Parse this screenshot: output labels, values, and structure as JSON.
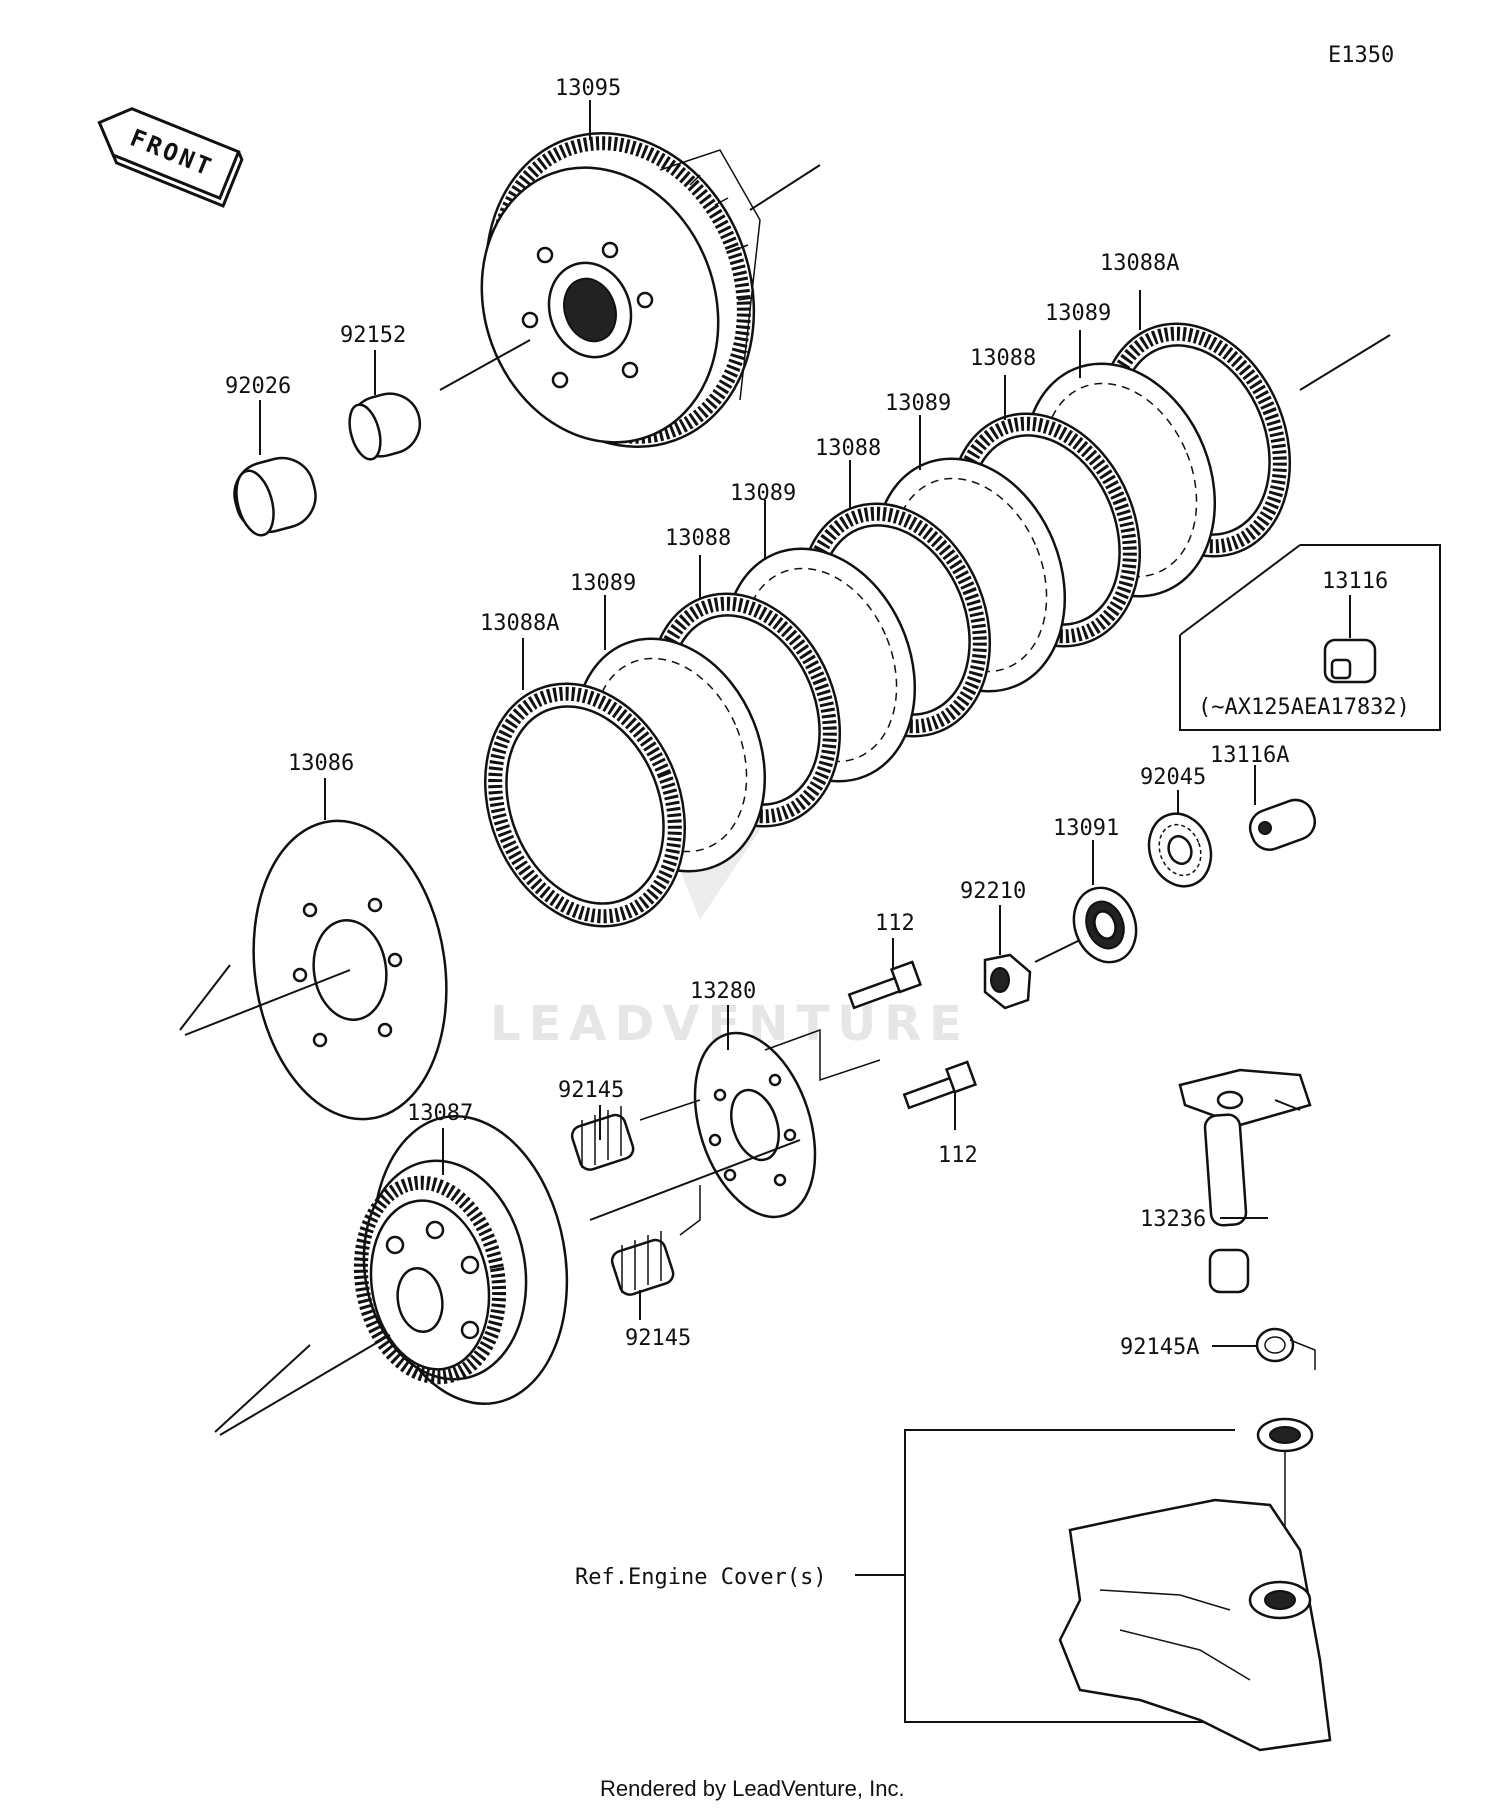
{
  "diagram_code": "E1350",
  "front_label": "FRONT",
  "labels": {
    "p13095": "13095",
    "p92152": "92152",
    "p92026": "92026",
    "p13088A_top": "13088A",
    "p13089_a": "13089",
    "p13088_a": "13088",
    "p13089_b": "13089",
    "p13088_b": "13088",
    "p13089_c": "13089",
    "p13088_c": "13088",
    "p13089_d": "13089",
    "p13088A_left": "13088A",
    "p13116": "13116",
    "p13116_note": "(~AX125AEA17832)",
    "p13116A": "13116A",
    "p92045": "92045",
    "p13091": "13091",
    "p92210": "92210",
    "p112_top": "112",
    "p13280": "13280",
    "p112_bottom": "112",
    "p13086": "13086",
    "p92145_top": "92145",
    "p92145_bottom": "92145",
    "p13087": "13087",
    "p13236": "13236",
    "p92145A": "92145A",
    "ref_engine_cover": "Ref.Engine Cover(s)"
  },
  "watermark": "LEADVENTURE",
  "footer": "Rendered by LeadVenture, Inc."
}
